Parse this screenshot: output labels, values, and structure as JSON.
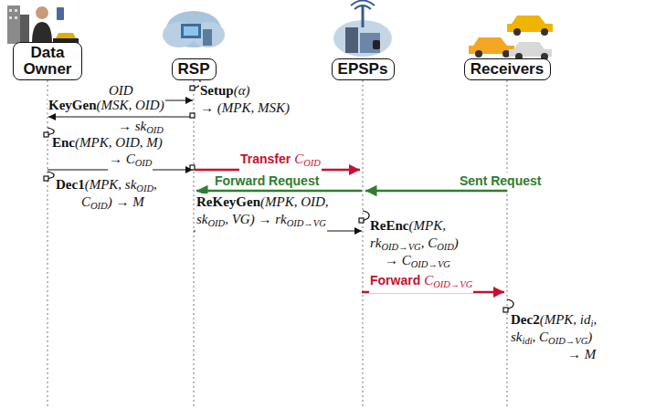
{
  "diagram": {
    "nodes": [
      {
        "text": [
          "Data Owner"
        ]
      },
      {
        "text": [
          "RSP"
        ]
      },
      {
        "text": [
          "EPSPs"
        ]
      },
      {
        "text": [
          "Receivers"
        ]
      }
    ],
    "labels": [
      "OID",
      "Setup(α)",
      "→ (MPK, MSK)",
      "KeyGen(MSK, OID)",
      "→ skOID",
      "Enc(MPK, OID, M)",
      "→ COID",
      "Transfer COID",
      "Forward Request",
      "Sent Request",
      "Dec1(MPK, skOID,",
      "COID) → M",
      "ReKeyGen(MPK, OID,",
      "skOID, VG) → rkOID→VG",
      "ReEnc(MPK,",
      "rkOID→VG, COID)",
      "→ COID→VG",
      "Forward COID→VG",
      "Dec2(MPK, idi,",
      "skidi, COID→VG)",
      "→ M"
    ]
  }
}
